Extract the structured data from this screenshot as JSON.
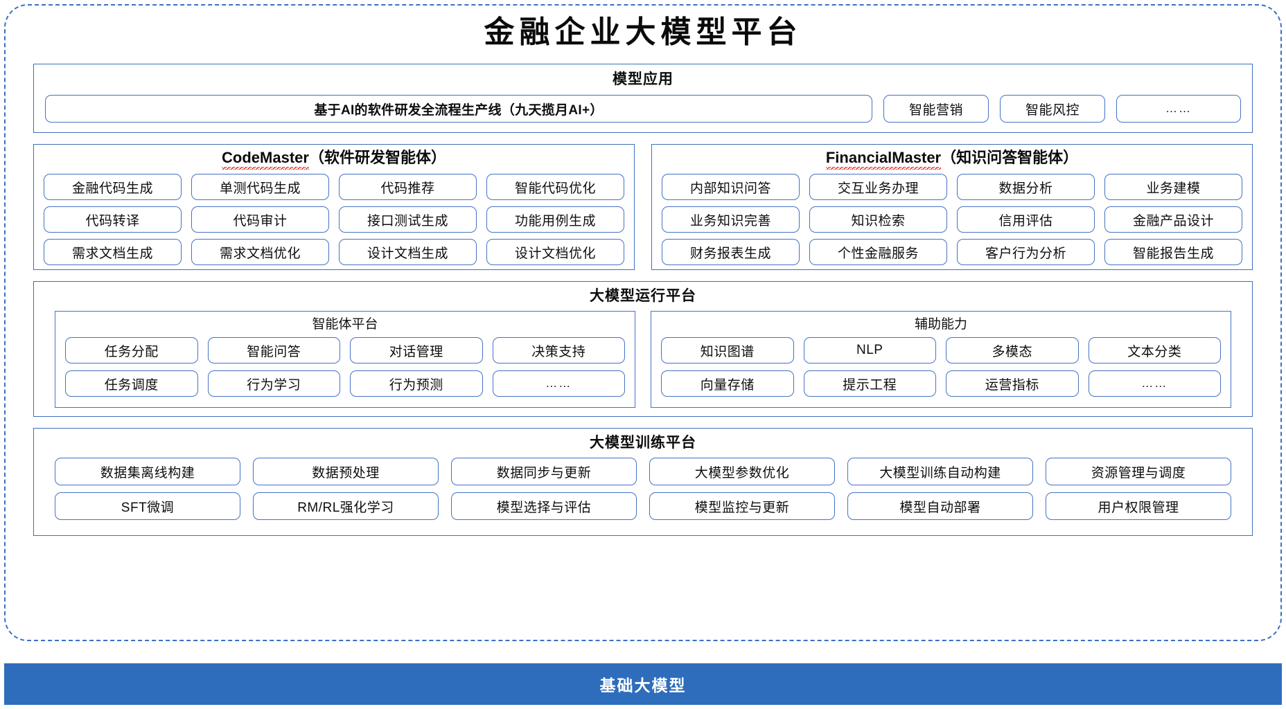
{
  "title": "金融企业大模型平台",
  "sections": {
    "apps": {
      "title": "模型应用",
      "pipeline": "基于AI的软件研发全流程生产线（九天揽月AI+）",
      "items": [
        "智能营销",
        "智能风控"
      ],
      "ellipsis": "……"
    },
    "codemaster": {
      "name": "CodeMaster",
      "suffix": "（软件研发智能体）",
      "rows": [
        [
          "金融代码生成",
          "单测代码生成",
          "代码推荐",
          "智能代码优化"
        ],
        [
          "代码转译",
          "代码审计",
          "接口测试生成",
          "功能用例生成"
        ],
        [
          "需求文档生成",
          "需求文档优化",
          "设计文档生成",
          "设计文档优化"
        ]
      ]
    },
    "financialmaster": {
      "name": "FinancialMaster",
      "suffix": "（知识问答智能体）",
      "rows": [
        [
          "内部知识问答",
          "交互业务办理",
          "数据分析",
          "业务建模"
        ],
        [
          "业务知识完善",
          "知识检索",
          "信用评估",
          "金融产品设计"
        ],
        [
          "财务报表生成",
          "个性金融服务",
          "客户行为分析",
          "智能报告生成"
        ]
      ]
    },
    "runtime": {
      "title": "大模型运行平台",
      "agent_platform": {
        "title": "智能体平台",
        "rows": [
          [
            "任务分配",
            "智能问答",
            "对话管理",
            "决策支持"
          ],
          [
            "任务调度",
            "行为学习",
            "行为预测",
            "……"
          ]
        ]
      },
      "support_capability": {
        "title": "辅助能力",
        "rows": [
          [
            "知识图谱",
            "NLP",
            "多模态",
            "文本分类"
          ],
          [
            "向量存储",
            "提示工程",
            "运营指标",
            "……"
          ]
        ]
      }
    },
    "training": {
      "title": "大模型训练平台",
      "rows": [
        [
          "数据集离线构建",
          "数据预处理",
          "数据同步与更新",
          "大模型参数优化",
          "大模型训练自动构建",
          "资源管理与调度"
        ],
        [
          "SFT微调",
          "RM/RL强化学习",
          "模型选择与评估",
          "模型监控与更新",
          "模型自动部署",
          "用户权限管理"
        ]
      ]
    },
    "base": {
      "title": "基础大模型"
    }
  },
  "colors": {
    "frame_border": "#3A6FC4",
    "chip_border": "#4472C4",
    "panel_border": "#3E6FB7",
    "base_bar": "#2E6DBC",
    "spellcheck_underline": "#E02B20",
    "text": "#0D0D0D"
  }
}
